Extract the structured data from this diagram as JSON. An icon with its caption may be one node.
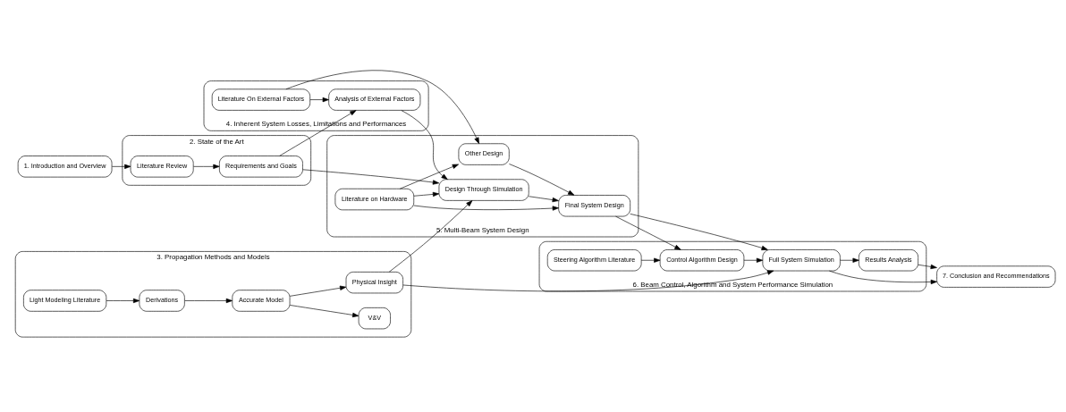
{
  "diagram": {
    "nodes": [
      {
        "text": [
          "1. Introduction and Overview"
        ]
      },
      {
        "text": [
          "2. State of the Art"
        ]
      },
      {
        "text": [
          "Literature Review"
        ],
        "in": 1
      },
      {
        "text": [
          "Requirements and Goals"
        ],
        "in": 1
      },
      {
        "text": [
          "3. Propagation Methods and Models"
        ]
      },
      {
        "text": [
          "Derivations"
        ],
        "in": 4
      },
      {
        "text": [
          "Accurate Model"
        ],
        "in": 4
      },
      {
        "text": [
          "V&V"
        ],
        "in": 4
      },
      {
        "text": [
          "Light Modeling Literature"
        ],
        "in": 4
      },
      {
        "text": [
          "Physical Insight"
        ],
        "in": 4
      },
      {
        "text": [
          "7. Conclusion and Recommendations"
        ]
      },
      {
        "text": [
          "4. Inherent System Losses, Limitations and Performances"
        ]
      },
      {
        "text": [
          "Analysis of External Factors"
        ],
        "in": 11
      },
      {
        "text": [
          "Literature On External Factors"
        ],
        "in": 11
      },
      {
        "text": [
          "5. Multi-Beam System Design"
        ]
      },
      {
        "text": [
          "Design Through Simulation"
        ],
        "in": 14
      },
      {
        "text": [
          "Literature on Hardware"
        ],
        "in": 14
      },
      {
        "text": [
          "Final System Design"
        ],
        "in": 14
      },
      {
        "text": [
          "Other Design"
        ],
        "in": 14
      },
      {
        "text": [
          "6. Beam Control, Algorithm and System Performance Simulation"
        ]
      },
      {
        "text": [
          "Full System Simulation"
        ],
        "in": 19
      },
      {
        "text": [
          "Results Analysis"
        ],
        "in": 19
      },
      {
        "text": [
          "Control Algorithm Design"
        ],
        "in": 19
      },
      {
        "text": [
          "Steering Algorithm Literature"
        ],
        "in": 19
      }
    ],
    "edges": [
      {
        "from": 0,
        "to": 2,
        "arrow": "to"
      },
      {
        "from": 2,
        "to": 3,
        "arrow": "to"
      },
      {
        "from": 3,
        "to": 12,
        "arrow": "to"
      },
      {
        "from": 3,
        "to": 15,
        "arrow": "to"
      },
      {
        "from": 13,
        "to": 12,
        "arrow": "to"
      },
      {
        "from": 12,
        "to": 15,
        "arrow": "to"
      },
      {
        "from": 13,
        "to": 18,
        "arrow": "to"
      },
      {
        "from": 8,
        "to": 5,
        "arrow": "to"
      },
      {
        "from": 5,
        "to": 6,
        "arrow": "to"
      },
      {
        "from": 6,
        "to": 7,
        "arrow": "to"
      },
      {
        "from": 6,
        "to": 9,
        "arrow": "to"
      },
      {
        "from": 9,
        "to": 15,
        "arrow": "to"
      },
      {
        "from": 9,
        "to": 20,
        "arrow": "to"
      },
      {
        "from": 16,
        "to": 15,
        "arrow": "to"
      },
      {
        "from": 16,
        "to": 17,
        "arrow": "to"
      },
      {
        "from": 16,
        "to": 18,
        "arrow": "to"
      },
      {
        "from": 15,
        "to": 17,
        "arrow": "to"
      },
      {
        "from": 18,
        "to": 17,
        "arrow": "to"
      },
      {
        "from": 17,
        "to": 20,
        "arrow": "to"
      },
      {
        "from": 17,
        "to": 22,
        "arrow": "to"
      },
      {
        "from": 23,
        "to": 22,
        "arrow": "to"
      },
      {
        "from": 22,
        "to": 20,
        "arrow": "to"
      },
      {
        "from": 20,
        "to": 21,
        "arrow": "to"
      },
      {
        "from": 20,
        "to": 10,
        "arrow": "to"
      },
      {
        "from": 21,
        "to": 10,
        "arrow": "to"
      }
    ]
  }
}
